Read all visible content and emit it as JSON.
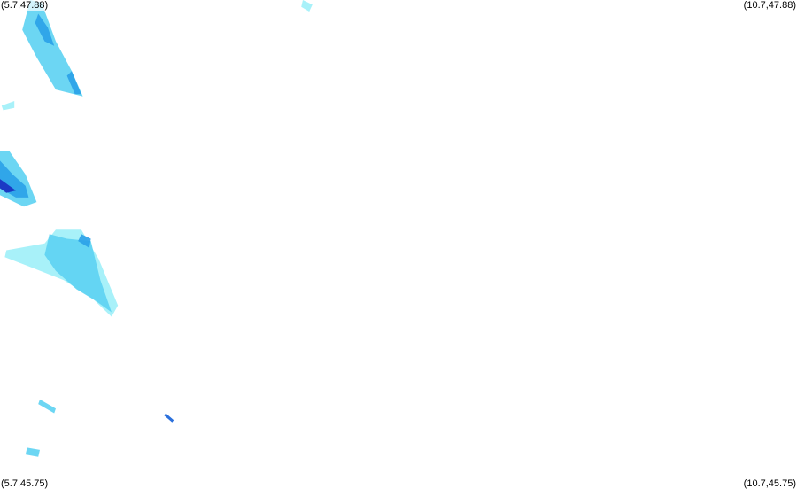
{
  "map": {
    "type": "precipitation-radar",
    "bounds": {
      "lon_min": 5.7,
      "lon_max": 10.7,
      "lat_min": 45.75,
      "lat_max": 47.88
    },
    "corner_labels": {
      "top_left": "(5.7,47.88)",
      "top_right": "(10.7,47.88)",
      "bottom_left": "(5.7,45.75)",
      "bottom_right": "(10.7,45.75)"
    },
    "intensity_colors": {
      "very_light": "#9ef0f8",
      "light": "#5cd2f2",
      "moderate": "#2aa1e8",
      "heavy": "#1460d8",
      "very_heavy": "#1a2fc0"
    },
    "echo_regions": [
      {
        "name": "north-band",
        "level": "light",
        "path": [
          [
            5.89,
            47.88
          ],
          [
            5.96,
            47.87
          ],
          [
            6.05,
            47.7
          ],
          [
            6.15,
            47.57
          ],
          [
            6.22,
            47.46
          ],
          [
            6.05,
            47.49
          ],
          [
            5.93,
            47.63
          ],
          [
            5.84,
            47.75
          ]
        ]
      },
      {
        "name": "north-band-core",
        "level": "moderate",
        "path": [
          [
            5.94,
            47.82
          ],
          [
            6.0,
            47.76
          ],
          [
            6.04,
            47.68
          ],
          [
            5.98,
            47.7
          ],
          [
            5.92,
            47.78
          ]
        ]
      },
      {
        "name": "north-band-tail",
        "level": "moderate",
        "path": [
          [
            6.15,
            47.57
          ],
          [
            6.21,
            47.47
          ],
          [
            6.17,
            47.47
          ],
          [
            6.12,
            47.55
          ]
        ]
      },
      {
        "name": "west-cell",
        "level": "light",
        "path": [
          [
            5.7,
            47.22
          ],
          [
            5.76,
            47.22
          ],
          [
            5.86,
            47.12
          ],
          [
            5.93,
            47.0
          ],
          [
            5.85,
            46.98
          ],
          [
            5.7,
            47.03
          ]
        ]
      },
      {
        "name": "west-cell-core",
        "level": "moderate",
        "path": [
          [
            5.7,
            47.18
          ],
          [
            5.78,
            47.12
          ],
          [
            5.86,
            47.07
          ],
          [
            5.88,
            47.02
          ],
          [
            5.8,
            47.02
          ],
          [
            5.7,
            47.06
          ]
        ]
      },
      {
        "name": "west-cell-heavy",
        "level": "very_heavy",
        "path": [
          [
            5.7,
            47.1
          ],
          [
            5.74,
            47.08
          ],
          [
            5.78,
            47.06
          ],
          [
            5.8,
            47.05
          ],
          [
            5.74,
            47.04
          ],
          [
            5.7,
            47.06
          ]
        ]
      },
      {
        "name": "central-band",
        "level": "very_light",
        "path": [
          [
            5.74,
            46.79
          ],
          [
            5.98,
            46.82
          ],
          [
            6.05,
            46.88
          ],
          [
            6.21,
            46.88
          ],
          [
            6.32,
            46.75
          ],
          [
            6.44,
            46.55
          ],
          [
            6.4,
            46.5
          ],
          [
            6.28,
            46.58
          ],
          [
            6.1,
            46.66
          ],
          [
            5.88,
            46.72
          ],
          [
            5.73,
            46.76
          ]
        ]
      },
      {
        "name": "central-band-core",
        "level": "light",
        "path": [
          [
            6.01,
            46.86
          ],
          [
            6.12,
            46.84
          ],
          [
            6.27,
            46.83
          ],
          [
            6.33,
            46.66
          ],
          [
            6.4,
            46.52
          ],
          [
            6.3,
            46.57
          ],
          [
            6.18,
            46.62
          ],
          [
            6.05,
            46.7
          ],
          [
            5.98,
            46.77
          ]
        ]
      },
      {
        "name": "central-band-streak",
        "level": "moderate",
        "path": [
          [
            6.21,
            46.86
          ],
          [
            6.27,
            46.84
          ],
          [
            6.26,
            46.8
          ],
          [
            6.19,
            46.83
          ]
        ]
      },
      {
        "name": "south-spot-1",
        "level": "light",
        "path": [
          [
            5.95,
            46.14
          ],
          [
            6.05,
            46.1
          ],
          [
            6.04,
            46.08
          ],
          [
            5.94,
            46.12
          ]
        ]
      },
      {
        "name": "south-spot-2",
        "level": "heavy",
        "path": [
          [
            6.74,
            46.08
          ],
          [
            6.79,
            46.05
          ],
          [
            6.78,
            46.04
          ],
          [
            6.73,
            46.07
          ]
        ]
      },
      {
        "name": "south-spot-3",
        "level": "light",
        "path": [
          [
            5.87,
            45.93
          ],
          [
            5.95,
            45.92
          ],
          [
            5.94,
            45.89
          ],
          [
            5.86,
            45.9
          ]
        ]
      },
      {
        "name": "west-edge-spot",
        "level": "very_light",
        "path": [
          [
            5.71,
            47.42
          ],
          [
            5.79,
            47.44
          ],
          [
            5.79,
            47.41
          ],
          [
            5.72,
            47.4
          ]
        ]
      },
      {
        "name": "scatter-north",
        "level": "very_light",
        "path": [
          [
            7.6,
            47.88
          ],
          [
            7.66,
            47.86
          ],
          [
            7.64,
            47.83
          ],
          [
            7.59,
            47.85
          ]
        ]
      }
    ]
  }
}
